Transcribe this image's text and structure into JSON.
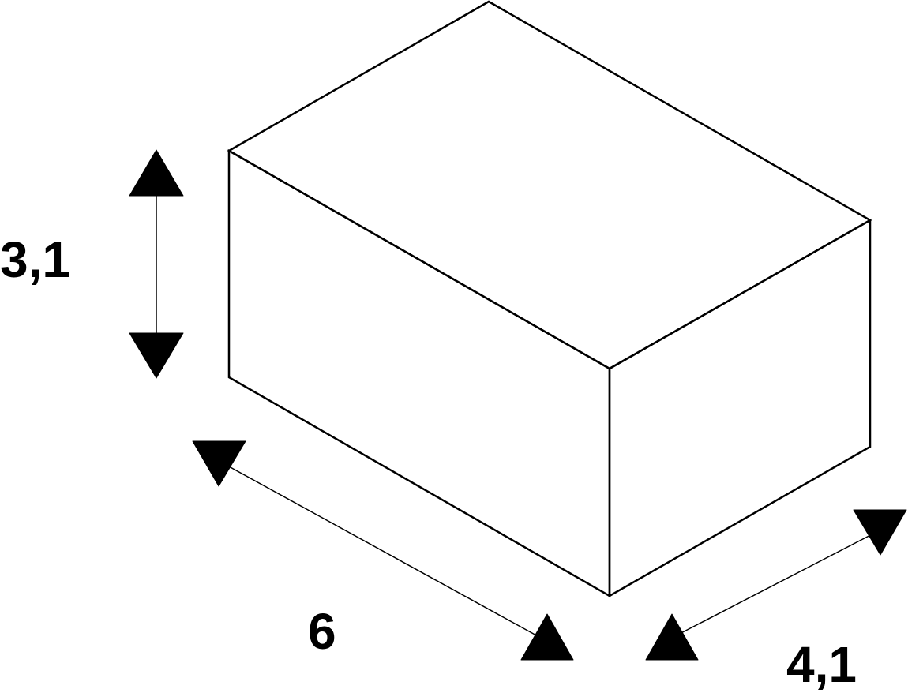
{
  "dimensions": {
    "height_label": "3,1",
    "length_label": "6",
    "depth_label": "4,1"
  },
  "colors": {
    "line": "#000000",
    "background": "#ffffff"
  }
}
